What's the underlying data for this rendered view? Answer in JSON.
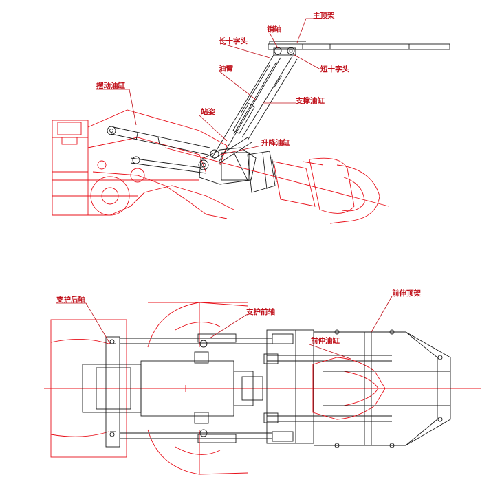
{
  "colors": {
    "drawing": "#e8101a",
    "ink": "#1a1a1a",
    "label": "#c0101a",
    "background": "#ffffff"
  },
  "side_view": {
    "labels": {
      "main_roof_frame": "主顶架",
      "pin_shaft": "销轴",
      "long_cross_head": "长十字头",
      "short_cross_head": "短十字头",
      "boom": "油臂",
      "support_cylinder": "支撑油缸",
      "swing_cylinder": "摆动油缸",
      "pillar": "站姿",
      "lift_cylinder": "升降油缸"
    }
  },
  "top_view": {
    "labels": {
      "rear_support_shaft": "支护后轴",
      "front_support_shaft": "支护前轴",
      "front_extension_roof_frame": "前伸顶架",
      "front_extension_cylinder": "前伸油缸"
    }
  }
}
